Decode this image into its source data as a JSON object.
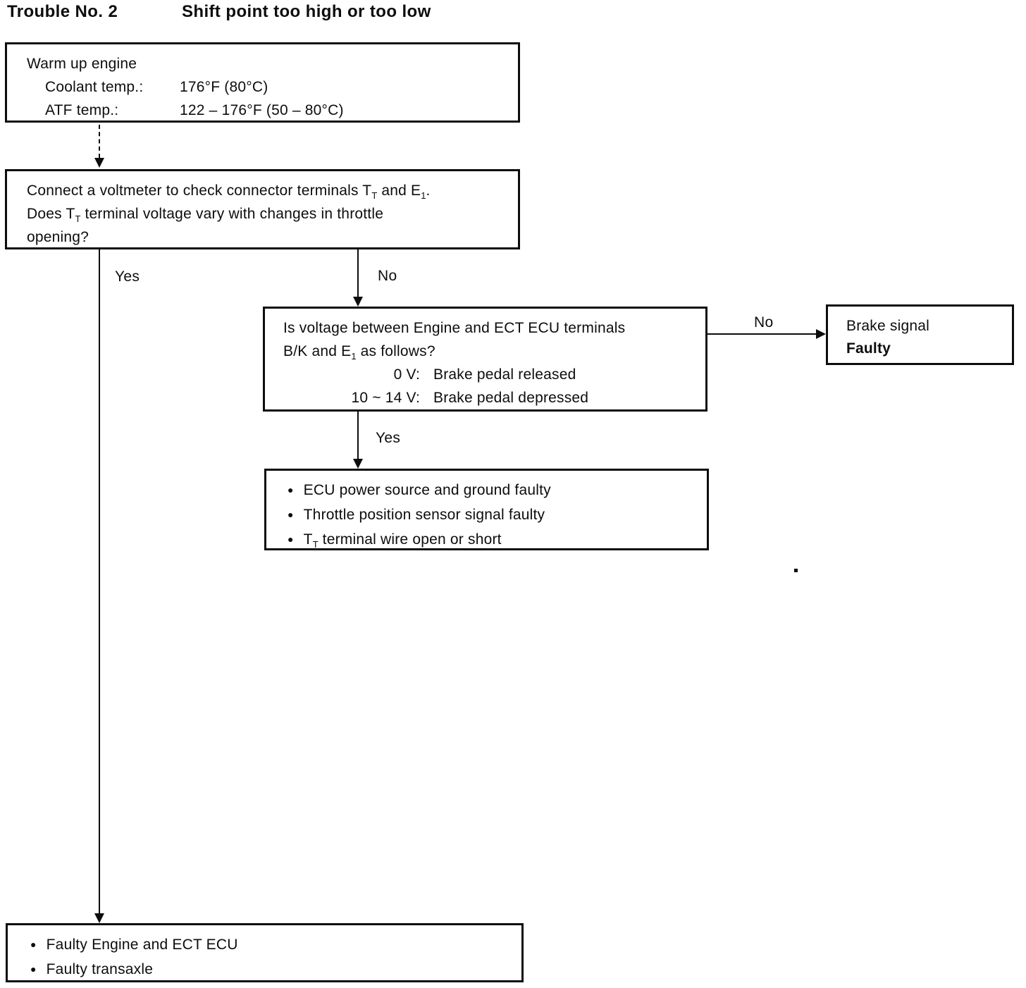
{
  "page": {
    "title": "Trouble No. 2",
    "subtitle": "Shift point too high or too low"
  },
  "warmup_box": {
    "heading": "Warm up engine",
    "coolant_label": "Coolant temp.:",
    "coolant_value": "176°F (80°C)",
    "atf_label": "ATF temp.:",
    "atf_value": "122 – 176°F (50 – 80°C)"
  },
  "voltmeter_box": {
    "l1a": "Connect a voltmeter to check connector terminals T",
    "l1a_sub": "T",
    "l1b": " and E",
    "l1b_sub": "1",
    "l1c": ".",
    "l2a": "Does T",
    "l2a_sub": "T",
    "l2b": " terminal voltage vary with changes in throttle",
    "l3": "opening?"
  },
  "voltage_box": {
    "l1": "Is voltage between Engine and ECT ECU terminals",
    "l2a": "B/K and E",
    "l2a_sub": "1",
    "l2b": " as follows?",
    "row1_value": "0 V:",
    "row1_desc": "Brake pedal released",
    "row2_value": "10 ~ 14 V:",
    "row2_desc": "Brake pedal depressed"
  },
  "brake_box": {
    "l1": "Brake signal",
    "l2": "Faulty"
  },
  "ecu_causes_box": {
    "b1": "ECU power source and ground faulty",
    "b2": "Throttle position sensor signal faulty",
    "b3a": "T",
    "b3a_sub": "T",
    "b3b": " terminal wire open or short"
  },
  "final_box": {
    "b1": "Faulty Engine and ECT ECU",
    "b2": "Faulty transaxle"
  },
  "labels": {
    "yes1": "Yes",
    "no1": "No",
    "yes2": "Yes",
    "no2": "No"
  },
  "glyphs": {
    "bullet": "●"
  },
  "colors": {
    "ink": "#0d0d0d",
    "paper": "#ffffff"
  }
}
